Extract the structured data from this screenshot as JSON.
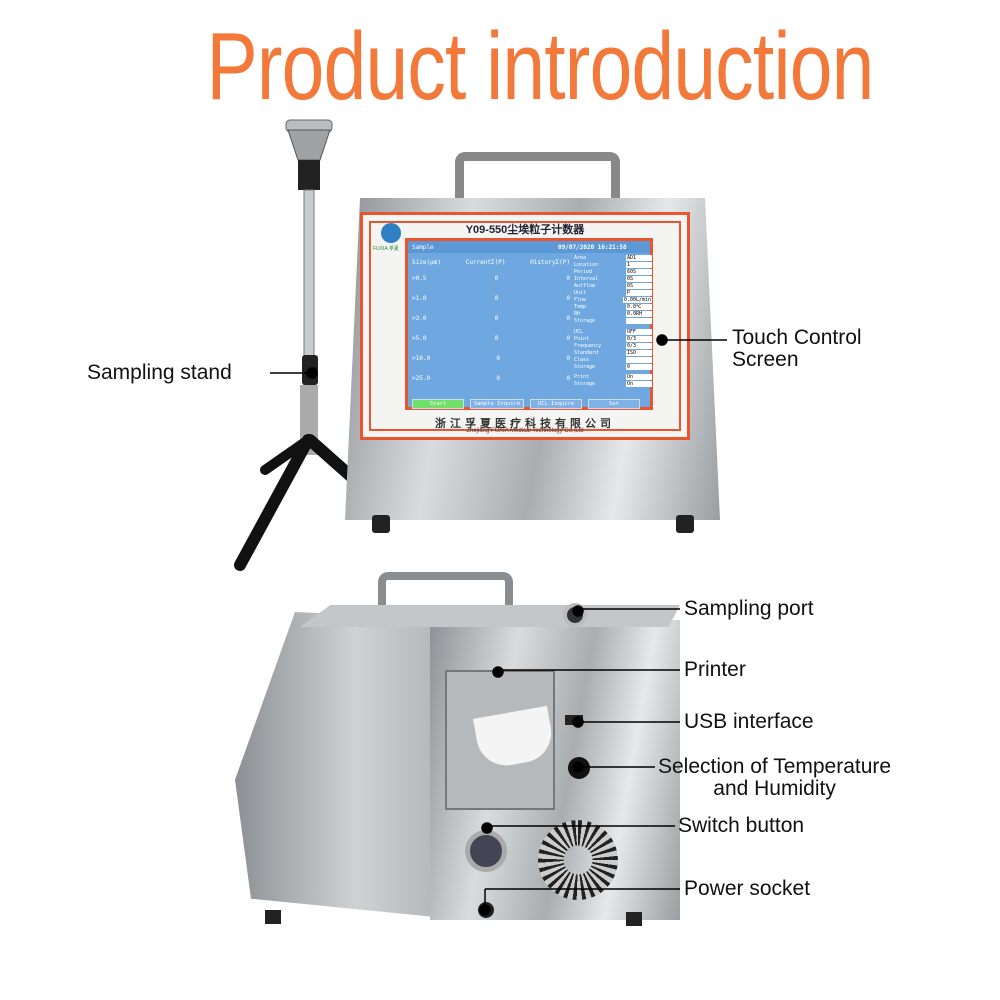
{
  "title": "Product introduction",
  "labels": {
    "sampling_stand": "Sampling stand",
    "touch_screen_1": "Touch Control",
    "touch_screen_2": "Screen",
    "sampling_port": "Sampling port",
    "printer": "Printer",
    "usb": "USB interface",
    "temp_hum_1": "Selection of Temperature",
    "temp_hum_2": "and Humidity",
    "switch": "Switch button",
    "power": "Power socket"
  },
  "device": {
    "model": "Y09-550尘埃粒子计数器",
    "logo_text": "FUXIA 孚夏",
    "company_cn": "浙江孚夏医疗科技有限公司",
    "company_en": "Zhejiang FUXIA Medical Technology Co.,Ltd",
    "screen": {
      "mode": "Sample",
      "datetime": "09/07/2020 16:21:58",
      "headers": [
        "Size(μm)",
        "CurrentΣ(P)",
        "HistoryΣ(P)"
      ],
      "rows": [
        [
          ">0.5",
          "0",
          "0"
        ],
        [
          ">1.0",
          "0",
          "0"
        ],
        [
          ">3.0",
          "0",
          "0"
        ],
        [
          ">5.0",
          "0",
          "0"
        ],
        [
          ">10.0",
          "0",
          "0"
        ],
        [
          ">25.0",
          "0",
          "0"
        ]
      ],
      "params": [
        [
          "Area",
          "AD1"
        ],
        [
          "Location",
          "1"
        ],
        [
          "Period",
          "60S"
        ],
        [
          "Interval",
          "0S"
        ],
        [
          "Autflow",
          "0S"
        ],
        [
          "Unit",
          "P"
        ],
        [
          "Flow",
          "0.00L/min"
        ],
        [
          "Temp",
          "0.0℃"
        ],
        [
          "RH",
          "0.0RH"
        ],
        [
          "Storage",
          ""
        ]
      ],
      "params2": [
        [
          "UCL",
          "OFF"
        ],
        [
          "Point",
          "0/3"
        ],
        [
          "Frequency",
          "0/3"
        ],
        [
          "Standard",
          "ISO"
        ],
        [
          "Class",
          ""
        ],
        [
          "Storage",
          "0"
        ]
      ],
      "toggles": [
        [
          "Print",
          "On"
        ],
        [
          "Storage",
          "On"
        ]
      ],
      "buttons": [
        "Start",
        "Sample Inquire",
        "UCL Inquire",
        "Set"
      ]
    }
  }
}
